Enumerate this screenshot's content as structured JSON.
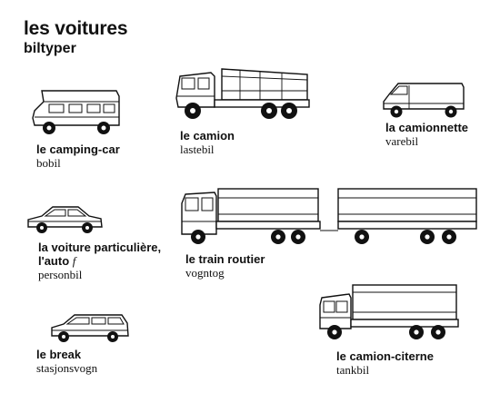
{
  "page": {
    "title": "les voitures",
    "subtitle": "biltyper"
  },
  "vehicles": [
    {
      "id": "camping-car",
      "label": "le camping-car",
      "translation": "bobil"
    },
    {
      "id": "camion",
      "label": "le camion",
      "translation": "lastebil"
    },
    {
      "id": "camionnette",
      "label": "la camionnette",
      "translation": "varebil"
    },
    {
      "id": "voiture",
      "label": "la voiture particulière,",
      "label_line2": "l'auto",
      "gender": "f",
      "translation": "personbil"
    },
    {
      "id": "train-routier",
      "label": "le train routier",
      "translation": "vogntog"
    },
    {
      "id": "break",
      "label": "le break",
      "translation": "stasjonsvogn"
    },
    {
      "id": "camion-citerne",
      "label": "le camion-citerne",
      "translation": "tankbil"
    }
  ]
}
